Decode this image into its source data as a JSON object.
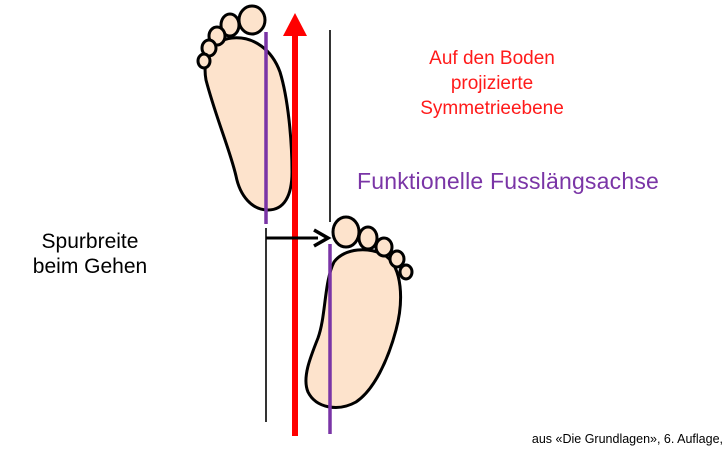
{
  "labels": {
    "symmetry_line1": "Auf den Boden",
    "symmetry_line2": "projizierte",
    "symmetry_line3": "Symmetrieebene",
    "foot_axis": "Funktionelle Fusslängsachse",
    "track_width_line1": "Spurbreite",
    "track_width_line2": "beim Gehen",
    "source": "aus «Die Grundlagen», 6. Auflage,"
  },
  "colors": {
    "symmetry_plane": "#ff0000",
    "foot_axis": "#7a35a6",
    "foot_fill": "#fde3cc",
    "outline": "#000000"
  }
}
